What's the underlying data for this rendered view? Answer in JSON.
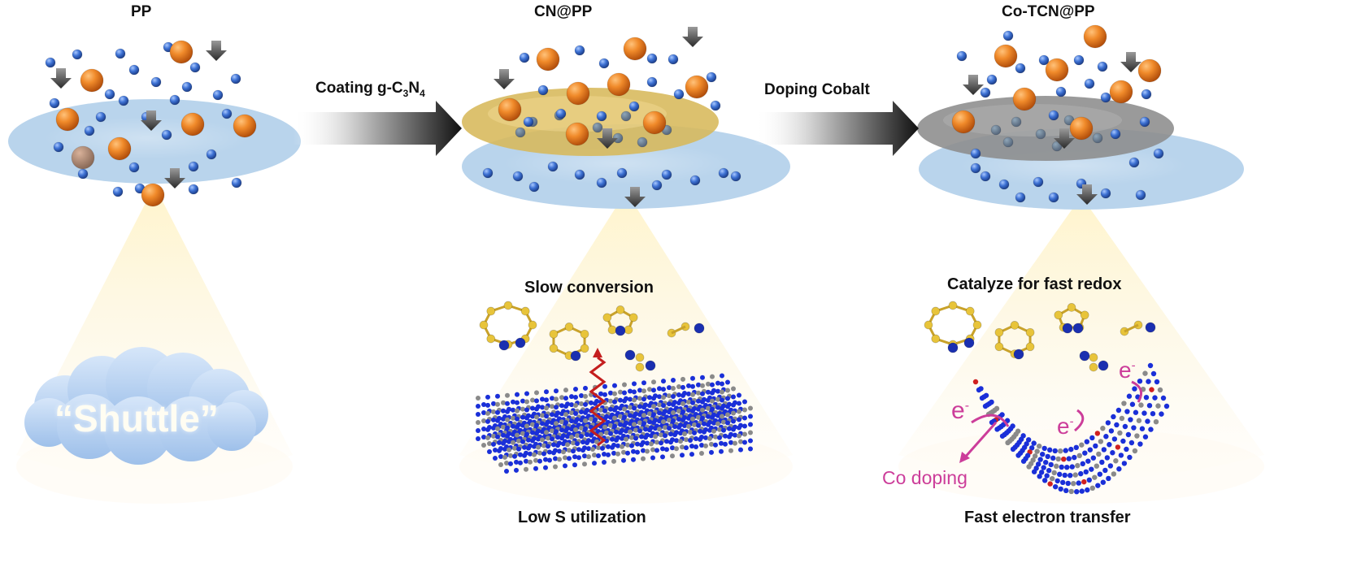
{
  "panels": [
    {
      "title": "PP"
    },
    {
      "title": "CN@PP",
      "top_caption": "Slow conversion",
      "bottom_caption": "Low S utilization"
    },
    {
      "title": "Co-TCN@PP",
      "top_caption": "Catalyze for fast redox",
      "bottom_caption": "Fast electron transfer"
    }
  ],
  "arrows": [
    {
      "label_main": "Coating g-C",
      "label_sub1": "3",
      "label_mid": "N",
      "label_sub2": "4"
    },
    {
      "label": "Doping Cobalt"
    }
  ],
  "cloud_text": "“Shuttle”",
  "electron_label": "e",
  "electron_charge": "-",
  "co_doping_label": "Co doping",
  "colors": {
    "separator": "#b9d4ec",
    "cn_coating": "#d7b85a",
    "tcn_coating": "#8c8c8c",
    "polysulfide": "#e07a1c",
    "lithium": "#3a6fd0",
    "sulfur_atom": "#e8c43a",
    "nitrogen_atom": "#1a2fb0",
    "highlight_pink": "#cc3d9a",
    "wave_red": "#c41e1e"
  }
}
